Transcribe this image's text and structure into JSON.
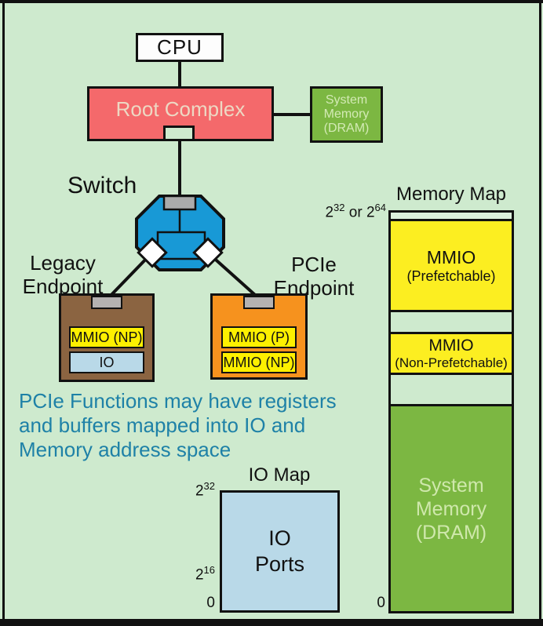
{
  "colors": {
    "background": "#CEEACE",
    "frame": "#111111",
    "root_complex_red": "#F4696B",
    "switch_blue": "#1899D6",
    "legacy_brown": "#8B6441",
    "pcie_orange": "#F6921E",
    "mmio_yellow": "#FDF000",
    "memory_green": "#7CB742",
    "io_light_blue": "#B9D9E8",
    "port_gray": "#B5B2B1",
    "note_teal": "#1E81A7"
  },
  "nodes": {
    "cpu": {
      "label": "CPU"
    },
    "root_complex": {
      "label": "Root Complex"
    },
    "system_memory": {
      "line1": "System",
      "line2": "Memory",
      "line3": "(DRAM)"
    },
    "switch": {
      "label": "Switch"
    },
    "legacy_endpoint": {
      "title_line1": "Legacy",
      "title_line2": "Endpoint",
      "regions": [
        {
          "label": "MMIO (NP)"
        },
        {
          "label": "IO"
        }
      ]
    },
    "pcie_endpoint": {
      "title_line1": "PCIe",
      "title_line2": "Endpoint",
      "regions": [
        {
          "label": "MMIO (P)"
        },
        {
          "label": "MMIO (NP)"
        }
      ]
    }
  },
  "note": {
    "line1": "PCIe Functions may have registers",
    "line2": "and buffers mapped into IO and",
    "line3": "Memory address space"
  },
  "io_map": {
    "title": "IO Map",
    "label_top": {
      "base": "2",
      "exp": "32"
    },
    "label_mid": {
      "base": "2",
      "exp": "16"
    },
    "label_zero": "0",
    "body_line1": "IO",
    "body_line2": "Ports"
  },
  "memory_map": {
    "title": "Memory Map",
    "label_top": {
      "base1": "2",
      "exp1": "32",
      "mid": " or 2",
      "exp2": "64"
    },
    "label_zero": "0",
    "mmio_prefetchable": {
      "line1": "MMIO",
      "line2": "(Prefetchable)"
    },
    "mmio_non_prefetchable": {
      "line1": "MMIO",
      "line2": "(Non-Prefetchable)"
    },
    "system_memory": {
      "line1": "System",
      "line2": "Memory",
      "line3": "(DRAM)"
    }
  }
}
